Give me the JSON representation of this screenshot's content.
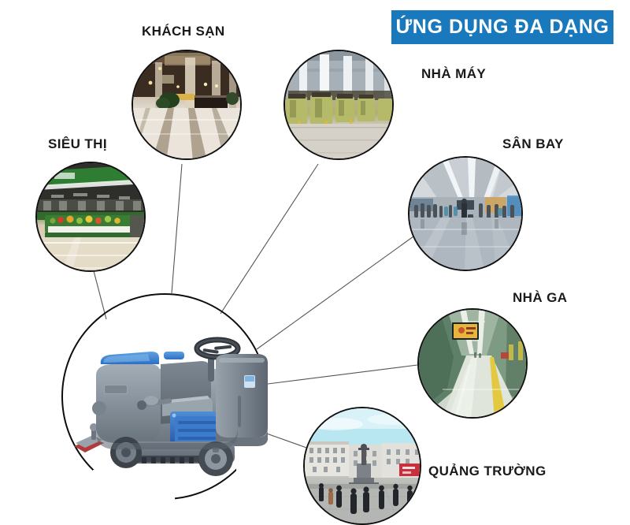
{
  "banner": {
    "text": "ỨNG DỤNG ĐA DẠNG",
    "background_color": "#1a78bd",
    "text_color": "#ffffff"
  },
  "center": {
    "name": "ride-on-floor-scrubber",
    "caption": "",
    "body_color": "#7f8c96",
    "accent_color": "#2f6fc4"
  },
  "nodes": [
    {
      "id": "hotel",
      "label": "KHÁCH SẠN",
      "photo": "hotel-lobby-photo",
      "description": "Hotel lobby with marble floor and columns"
    },
    {
      "id": "factory",
      "label": "NHÀ MÁY",
      "photo": "factory-floor-photo",
      "description": "Factory hall with rows of industrial press machines"
    },
    {
      "id": "market",
      "label": "SIÊU THỊ",
      "photo": "supermarket-photo",
      "description": "Supermarket aisle with green produce display case"
    },
    {
      "id": "airport",
      "label": "SÂN BAY",
      "photo": "airport-terminal-photo",
      "description": "Airport terminal concourse with travellers"
    },
    {
      "id": "station",
      "label": "NHÀ GA",
      "photo": "metro-station-photo",
      "description": "Metro station platform with advertising screen"
    },
    {
      "id": "plaza",
      "label": "QUẢNG TRƯỜNG",
      "photo": "city-plaza-photo",
      "description": "City plaza with monument and pedestrians"
    }
  ],
  "connectors": {
    "color": "#555555",
    "count": 6
  },
  "colors": {
    "label_text": "#1a1a1a",
    "circle_outline": "#111111",
    "background": "#ffffff"
  }
}
